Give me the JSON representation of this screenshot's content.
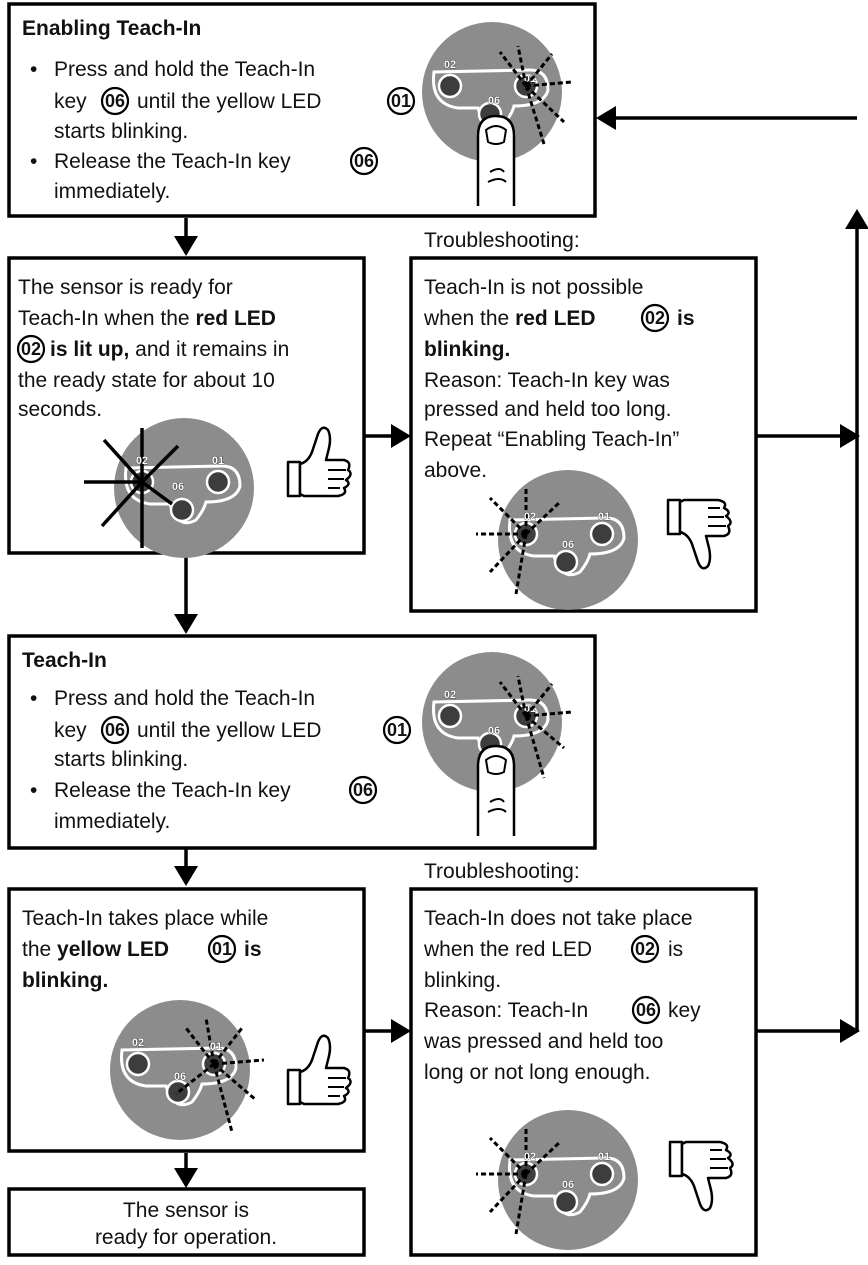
{
  "enabling": {
    "title": "Enabling Teach-In",
    "b1": {
      "l1": "Press and hold the Teach-In",
      "l2a": "key",
      "l2b": "until the yellow LED",
      "l3": "starts blinking."
    },
    "b2": {
      "l1a": "Release the Teach-In key",
      "l2": "immediately."
    }
  },
  "ready": {
    "l1": "The sensor is ready for",
    "l2a": "Teach-In when the ",
    "l2b": "red LED",
    "l3b": "is lit up,",
    "l3c": " and it remains in",
    "l4": "the ready state for about 10",
    "l5": "seconds."
  },
  "trouble1": {
    "label": "Troubleshooting:",
    "l1": "Teach-In is not possible",
    "l2a": "when the ",
    "l2b": "red LED",
    "l2c": "is",
    "l3": "blinking.",
    "l4": "Reason: Teach-In key was",
    "l5": "pressed and held too long.",
    "l6": "Repeat “Enabling Teach-In”",
    "l7": "above."
  },
  "teach": {
    "title": "Teach-In",
    "b1": {
      "l1": "Press and hold the Teach-In",
      "l2a": "key",
      "l2b": "until the yellow LED",
      "l3": "starts blinking."
    },
    "b2": {
      "l1a": "Release the Teach-In key",
      "l2": "immediately."
    }
  },
  "takes": {
    "l1": "Teach-In takes place while",
    "l2a": "the ",
    "l2b": "yellow LED",
    "l2c": "is",
    "l3": "blinking."
  },
  "trouble2": {
    "label": "Troubleshooting:",
    "l1": "Teach-In does not take place",
    "l2a": "when the red LED",
    "l2c": "is",
    "l3": "blinking.",
    "l4a": "Reason: Teach-In",
    "l4b": "key",
    "l5": "was pressed and held too",
    "l6": "long or not long enough."
  },
  "done": {
    "l1": "The sensor is",
    "l2": "ready for operation."
  },
  "refs": {
    "key": "06",
    "yellow": "01",
    "red": "02"
  },
  "bullet": "•"
}
